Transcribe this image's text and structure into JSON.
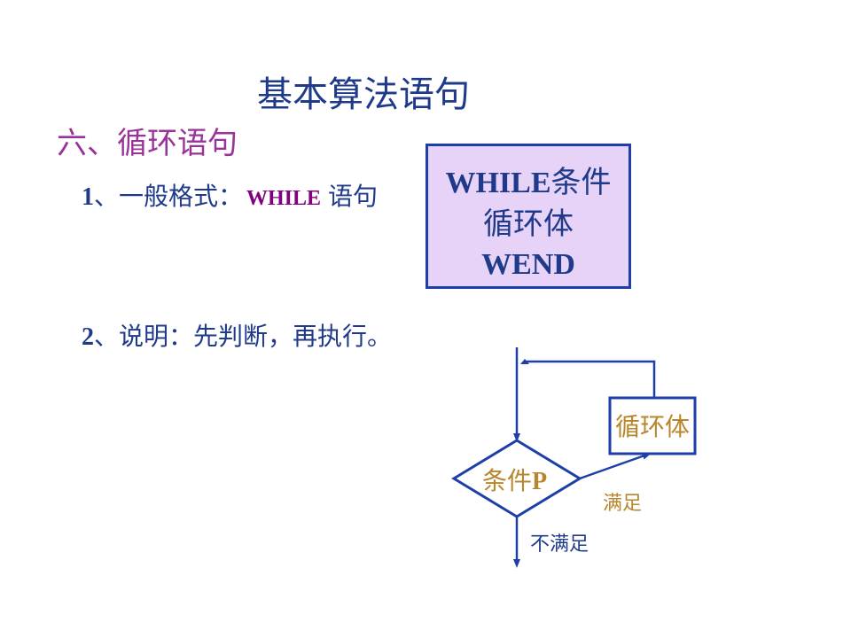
{
  "slide": {
    "title": "基本算法语句",
    "section": "六、循环语句",
    "item1": {
      "number": "1",
      "label": "、一般格式：",
      "keyword": "WHILE",
      "suffix": "语句"
    },
    "item2": {
      "number": "2",
      "label": "、说明：先判断，再执行。"
    }
  },
  "syntax_box": {
    "line1_kw": "WHILE",
    "line1_text": "条件",
    "line2": "循环体",
    "line3": "WEND",
    "fill_color": "#e6d3f7",
    "border_color": "#1f3fa8"
  },
  "flowchart": {
    "decision_text": "条件",
    "decision_var": "P",
    "loop_body": "循环体",
    "yes_label": "满足",
    "no_label": "不满足",
    "line_color": "#1f3fa8",
    "label_color": "#b8862b"
  }
}
